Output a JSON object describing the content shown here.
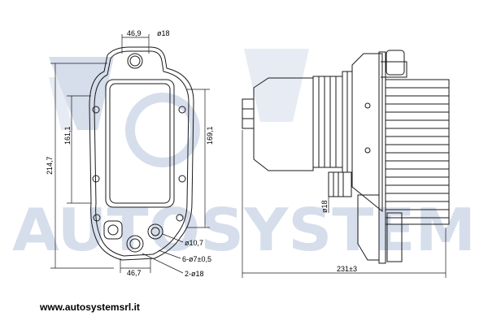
{
  "watermark": {
    "text": "AUTOSYSTEM",
    "color": "#c9d3e6"
  },
  "dimensions": {
    "top_width": "46,9",
    "top_hole": "ø18",
    "overall_height": "214,7",
    "hole_spacing_left": "161,1",
    "hole_spacing_right": "169,1",
    "port_diameter": "ø10,7",
    "bolt_holes": "6-ø7±0,5",
    "bottom_width": "46,7",
    "bottom_ports": "2-ø18",
    "side_port": "ø18",
    "overall_length": "231±3"
  },
  "footer": {
    "url": "www.autosystemsrl.it"
  },
  "colors": {
    "line": "#1a1a1a",
    "background": "#ffffff"
  }
}
